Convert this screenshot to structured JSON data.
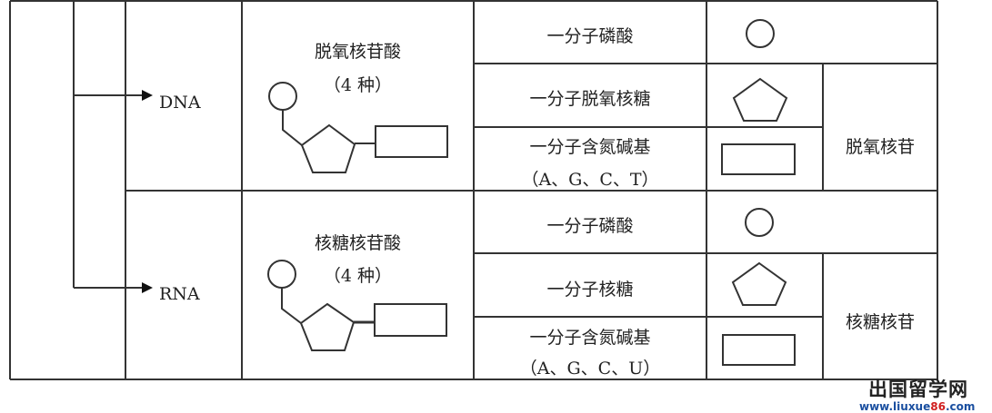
{
  "rows": {
    "dna": {
      "label": "DNA",
      "nucleotide_name": "脱氧核苷酸",
      "count": "（4 种）",
      "phosphate": "一分子磷酸",
      "sugar": "一分子脱氧核糖",
      "base": "一分子含氮碱基",
      "base_types": "（A、G、C、T）",
      "nucleoside": "脱氧核苷"
    },
    "rna": {
      "label": "RNA",
      "nucleotide_name": "核糖核苷酸",
      "count": "（4 种）",
      "phosphate": "一分子磷酸",
      "sugar": "一分子核糖",
      "base": "一分子含氮碱基",
      "base_types": "（A、G、C、U）",
      "nucleoside": "核糖核苷"
    }
  },
  "watermark": {
    "title": "出国留学网",
    "url_prefix": "www.liuxue",
    "url_number": "86",
    "url_suffix": ".com"
  },
  "colors": {
    "line": "#333333",
    "url": "#1a4fa0",
    "url_number": "#d02020"
  }
}
